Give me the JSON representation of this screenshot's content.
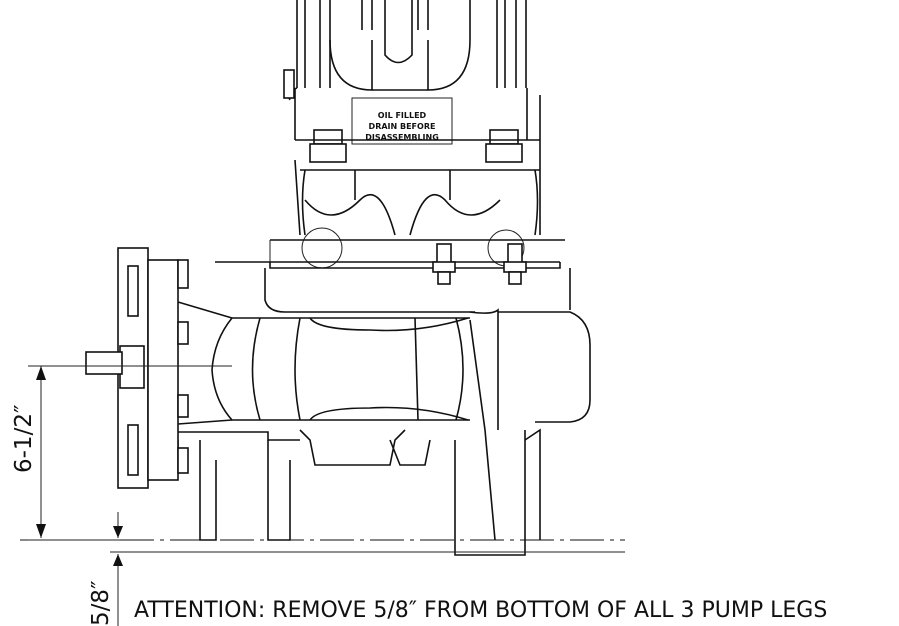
{
  "label_plate": {
    "line1": "OIL FILLED",
    "line2": "DRAIN BEFORE",
    "line3": "DISASSEMBLING"
  },
  "dimensions": {
    "upper": "6-1/2″",
    "lower": "5/8″"
  },
  "attention_note": "ATTENTION: REMOVE 5/8″ FROM BOTTOM OF ALL 3 PUMP LEGS"
}
